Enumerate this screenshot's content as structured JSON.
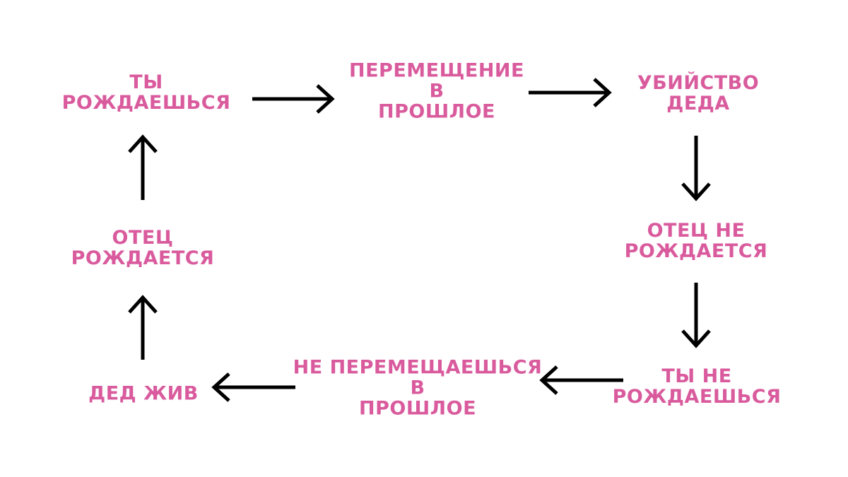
{
  "diagram": {
    "nodes": {
      "born": {
        "lines": [
          "ТЫ",
          "РОЖДАЕШЬСЯ"
        ]
      },
      "travel": {
        "lines": [
          "ПЕРЕМЕЩЕНИЕ",
          "В",
          "ПРОШЛОЕ"
        ]
      },
      "kill": {
        "lines": [
          "УБИЙСТВО",
          "ДЕДА"
        ]
      },
      "father_not_born": {
        "lines": [
          "ОТЕЦ НЕ",
          "РОЖДАЕТСЯ"
        ]
      },
      "you_not_born": {
        "lines": [
          "ТЫ НЕ",
          "РОЖДАЕШЬСЯ"
        ]
      },
      "no_travel": {
        "lines": [
          "НЕ ПЕРЕМЕЩАЕШЬСЯ",
          "В",
          "ПРОШЛОЕ"
        ]
      },
      "grandpa_alive": {
        "lines": [
          "ДЕД ЖИВ"
        ]
      },
      "father_born": {
        "lines": [
          "ОТЕЦ",
          "РОЖДАЕТСЯ"
        ]
      }
    },
    "edges": [
      {
        "from": "born",
        "to": "travel",
        "direction": "right"
      },
      {
        "from": "travel",
        "to": "kill",
        "direction": "right"
      },
      {
        "from": "kill",
        "to": "father_not_born",
        "direction": "down"
      },
      {
        "from": "father_not_born",
        "to": "you_not_born",
        "direction": "down"
      },
      {
        "from": "you_not_born",
        "to": "no_travel",
        "direction": "left"
      },
      {
        "from": "no_travel",
        "to": "grandpa_alive",
        "direction": "left"
      },
      {
        "from": "grandpa_alive",
        "to": "father_born",
        "direction": "up"
      },
      {
        "from": "father_born",
        "to": "born",
        "direction": "up"
      }
    ],
    "colors": {
      "text": "#d95b9d",
      "arrow": "#000000",
      "background": "#ffffff"
    }
  }
}
